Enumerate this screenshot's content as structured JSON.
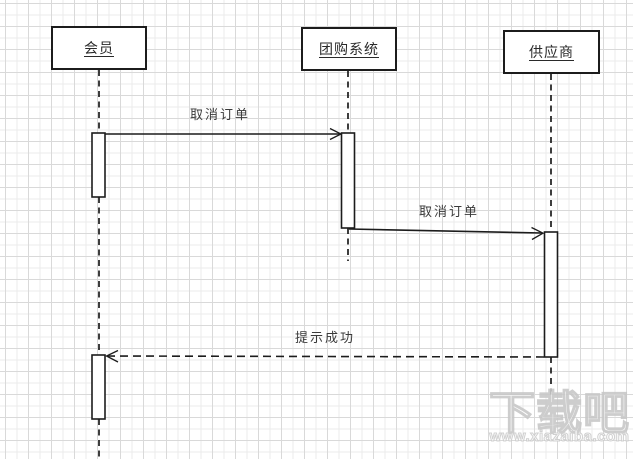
{
  "diagram": {
    "type": "uml-sequence-diagram",
    "actors": [
      {
        "id": "member",
        "label": "会员"
      },
      {
        "id": "system",
        "label": "团购系统"
      },
      {
        "id": "supplier",
        "label": "供应商"
      }
    ],
    "messages": [
      {
        "index": 1,
        "from": "会员",
        "to": "团购系统",
        "label": "取消订单",
        "line_style": "solid"
      },
      {
        "index": 2,
        "from": "团购系统",
        "to": "供应商",
        "label": "取消订单",
        "line_style": "solid"
      },
      {
        "index": 3,
        "from": "供应商",
        "to": "会员",
        "label": "提示成功",
        "line_style": "dashed"
      }
    ]
  },
  "watermark": {
    "brand": "下载吧",
    "url": "www.xiazaiba.com"
  },
  "colors": {
    "background": "#ffffff",
    "grid_line": "#dedede",
    "shape_line": "#1c1c1c",
    "text": "#3a3a3a",
    "watermark_outline": "#cccccc"
  }
}
